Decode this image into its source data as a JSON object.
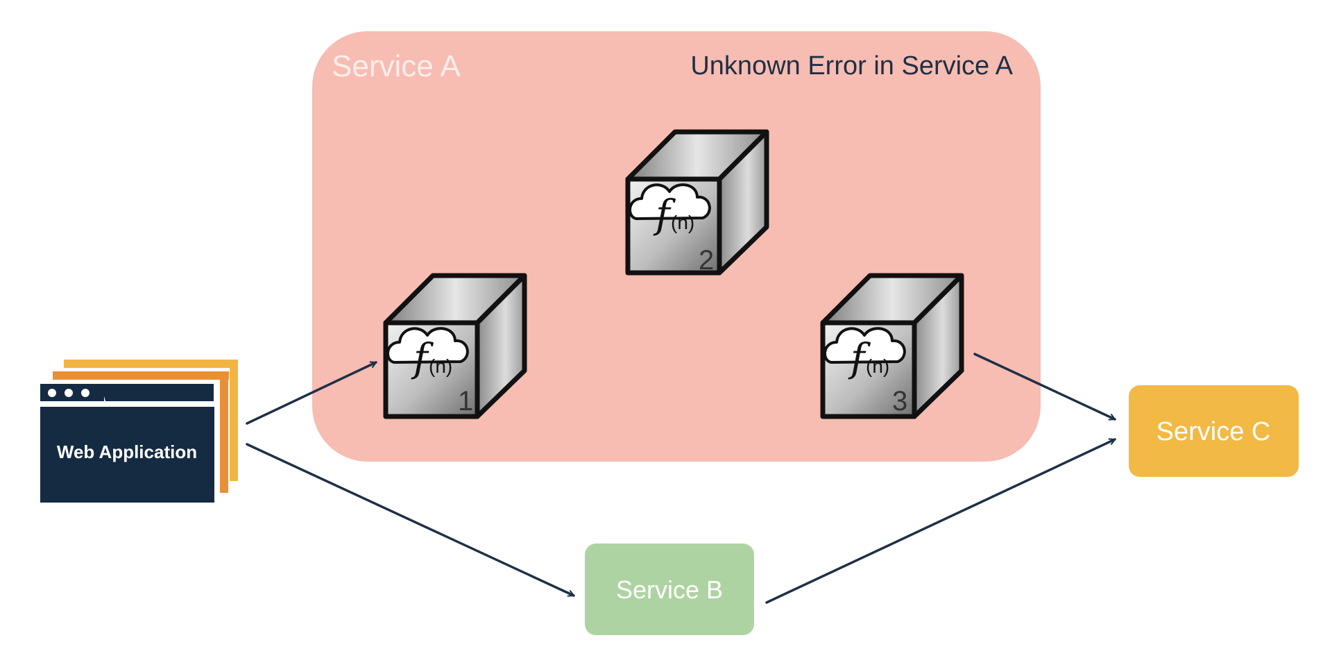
{
  "colors": {
    "service_a_fill": "#f7bcb2",
    "service_a_title": "#fdeeea",
    "error_text": "#1e2f44",
    "service_b_fill": "#aed3a2",
    "service_c_fill": "#f2b944",
    "webapp_dark": "#142b42",
    "webapp_orange": "#e98f37",
    "webapp_yellow": "#f3b541",
    "arrow": "#1e3047",
    "cube_outline": "#111111"
  },
  "service_a": {
    "title": "Service A",
    "status": "Unknown Error in Service A"
  },
  "functions": [
    {
      "symbol": "f",
      "subscript": "(n)",
      "number": "1",
      "icon": "function-cloud-icon"
    },
    {
      "symbol": "f",
      "subscript": "(n)",
      "number": "2",
      "icon": "function-cloud-icon"
    },
    {
      "symbol": "f",
      "subscript": "(n)",
      "number": "3",
      "icon": "function-cloud-icon"
    }
  ],
  "web_app": {
    "label": "Web Application",
    "icon": "browser-window-icon"
  },
  "service_b": {
    "label": "Service B"
  },
  "service_c": {
    "label": "Service C"
  }
}
